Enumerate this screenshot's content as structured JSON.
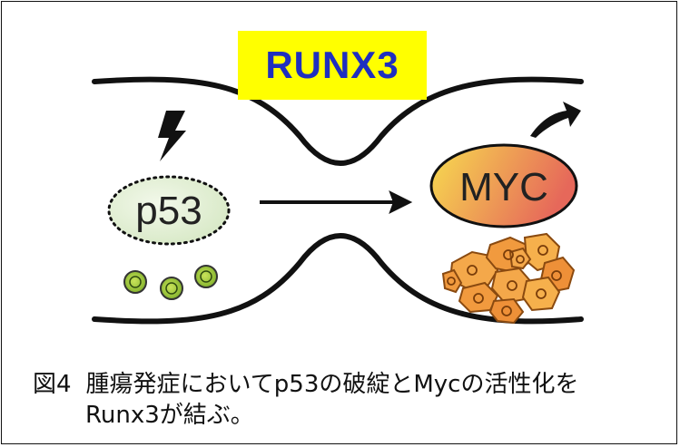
{
  "title": "RUNX3",
  "nodes": {
    "p53": "p53",
    "myc": "MYC"
  },
  "caption": {
    "figure_number": "図4",
    "line1": "腫瘍発症においてp53の破綻とMycの活性化を",
    "line2": "Runx3が結ぶ。"
  },
  "colors": {
    "title_bg": "#ffff00",
    "title_text": "#1f2fbf",
    "p53_fill": "#e2efd6",
    "cell_green": "#9acd32",
    "myc_gradient_start": "#f5d14a",
    "myc_gradient_end": "#e8735a",
    "tumor_cell": "#f0a040"
  }
}
